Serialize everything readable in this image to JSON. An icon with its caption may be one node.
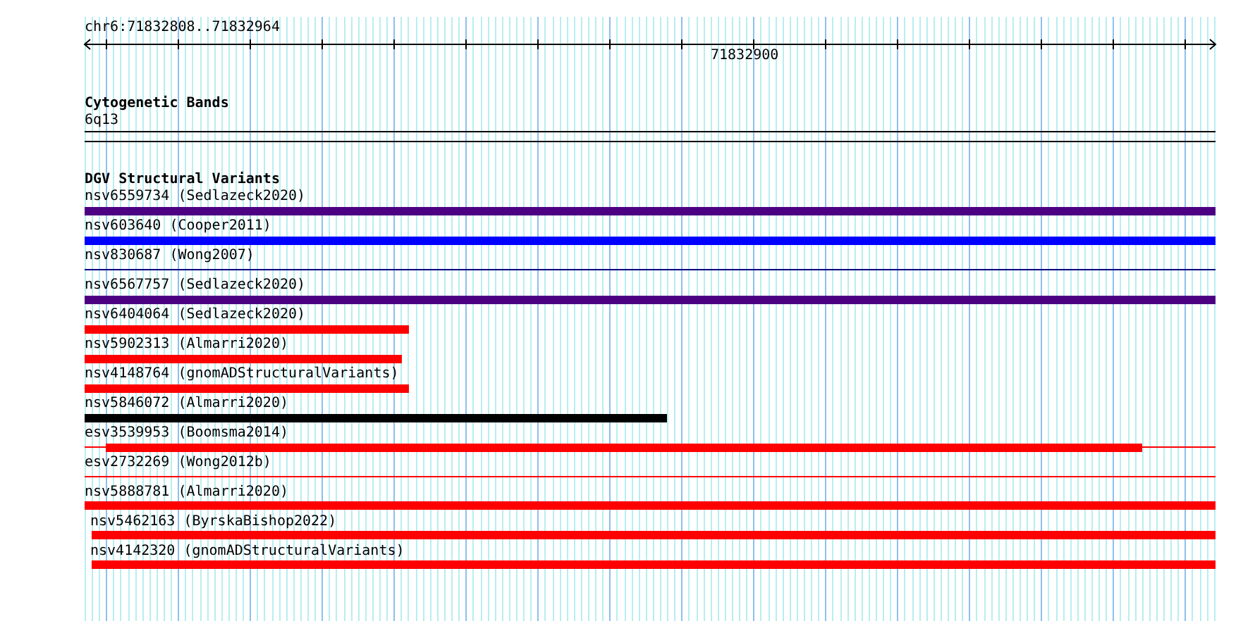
{
  "diagram": {
    "nodes": [
      {
        "text": [
          "nsv6559734 (Sedlazeck2020)"
        ]
      },
      {
        "text": [
          "nsv603640 (Cooper2011)"
        ]
      },
      {
        "text": [
          "nsv830687 (Wong2007)"
        ]
      },
      {
        "text": [
          "nsv6567757 (Sedlazeck2020)"
        ]
      },
      {
        "text": [
          "nsv6404064 (Sedlazeck2020)"
        ]
      },
      {
        "text": [
          "nsv5902313 (Almarri2020)"
        ]
      },
      {
        "text": [
          "nsv4148764 (gnomADStructuralVariants)"
        ]
      },
      {
        "text": [
          "nsv5846072 (Almarri2020)"
        ]
      },
      {
        "text": [
          "esv3539953 (Boomsma2014)"
        ]
      },
      {
        "text": [
          "esv2732269 (Wong2012b)"
        ]
      },
      {
        "text": [
          "nsv5888781 (Almarri2020)"
        ]
      },
      {
        "text": [
          "nsv5462163 (ByrskaBishop2022)"
        ]
      },
      {
        "text": [
          "nsv4142320 (gnomADStructuralVariants)"
        ]
      }
    ],
    "edges": [],
    "labels": [
      "chr6:71832808..71832964",
      "71832900",
      "Cytogenetic Bands",
      "6q13",
      "DGV Structural Variants"
    ]
  }
}
